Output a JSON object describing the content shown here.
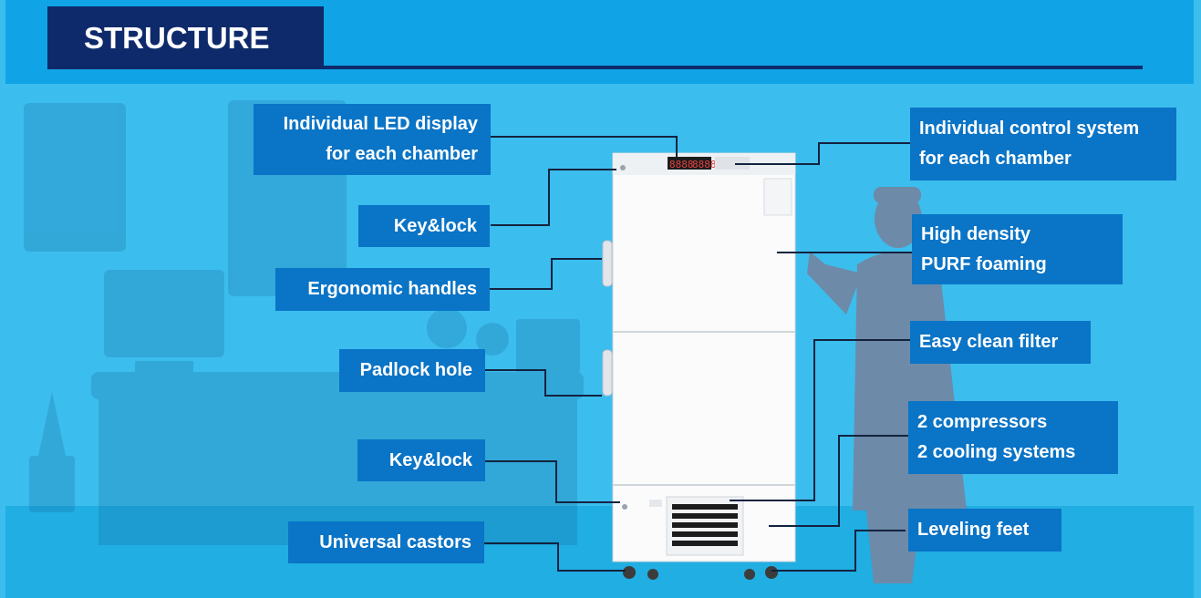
{
  "header": {
    "title": "STRUCTURE"
  },
  "labels_left": [
    {
      "id": "led-display",
      "text": "Individual  LED display\nfor each chamber"
    },
    {
      "id": "key-lock-top",
      "text": "Key&lock"
    },
    {
      "id": "ergonomic-handles",
      "text": "Ergonomic handles"
    },
    {
      "id": "padlock-hole",
      "text": "Padlock hole"
    },
    {
      "id": "key-lock-bottom",
      "text": "Key&lock"
    },
    {
      "id": "universal-castors",
      "text": "Universal castors"
    }
  ],
  "labels_right": [
    {
      "id": "control-system",
      "text": "Individual control system\nfor each chamber"
    },
    {
      "id": "purf-foaming",
      "text": "High density\nPURF foaming"
    },
    {
      "id": "clean-filter",
      "text": "Easy clean filter"
    },
    {
      "id": "compressors",
      "text": "2 compressors\n2 cooling systems"
    },
    {
      "id": "leveling-feet",
      "text": "Leveling feet"
    }
  ],
  "colors": {
    "banner": "#10a4e6",
    "background": "#3bbdee",
    "label_box": "#0a74c6",
    "title_box": "#0e2a6b",
    "leader_line": "#13233f",
    "silhouette": "#6d8aa8"
  },
  "display": {
    "digits_1": "8888",
    "digits_2": "8888"
  }
}
